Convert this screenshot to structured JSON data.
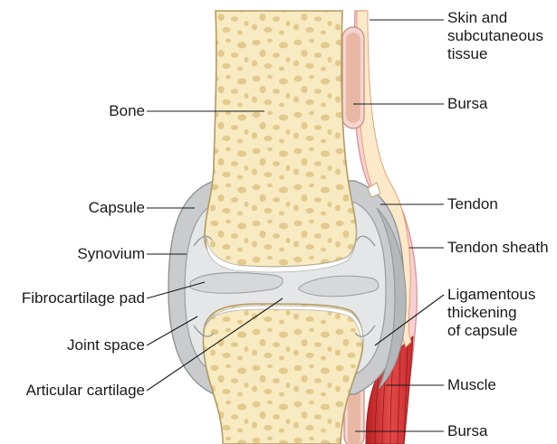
{
  "labels_left": {
    "bone": "Bone",
    "capsule": "Capsule",
    "synovium": "Synovium",
    "fibrocartilage_pad": "Fibrocartilage pad",
    "joint_space": "Joint space",
    "articular_cartilage": "Articular cartilage"
  },
  "labels_right": {
    "skin": [
      "Skin and",
      "subcutaneous",
      "tissue"
    ],
    "bursa_top": "Bursa",
    "tendon": "Tendon",
    "tendon_sheath": "Tendon sheath",
    "ligamentous": [
      "Ligamentous",
      "thickening",
      "of capsule"
    ],
    "muscle": "Muscle",
    "bursa_bottom": "Bursa"
  },
  "colors": {
    "bone": "#f8eac1",
    "bone_outline": "#b39a62",
    "capsule": "#c9cbcc",
    "capsule_outline": "#8f9294",
    "synovium": "#e4e6e7",
    "skin": "#f6d1d3",
    "bursa": "#e9b8a5",
    "muscle": "#d83a3a",
    "tendon": "#fbe9c9"
  }
}
